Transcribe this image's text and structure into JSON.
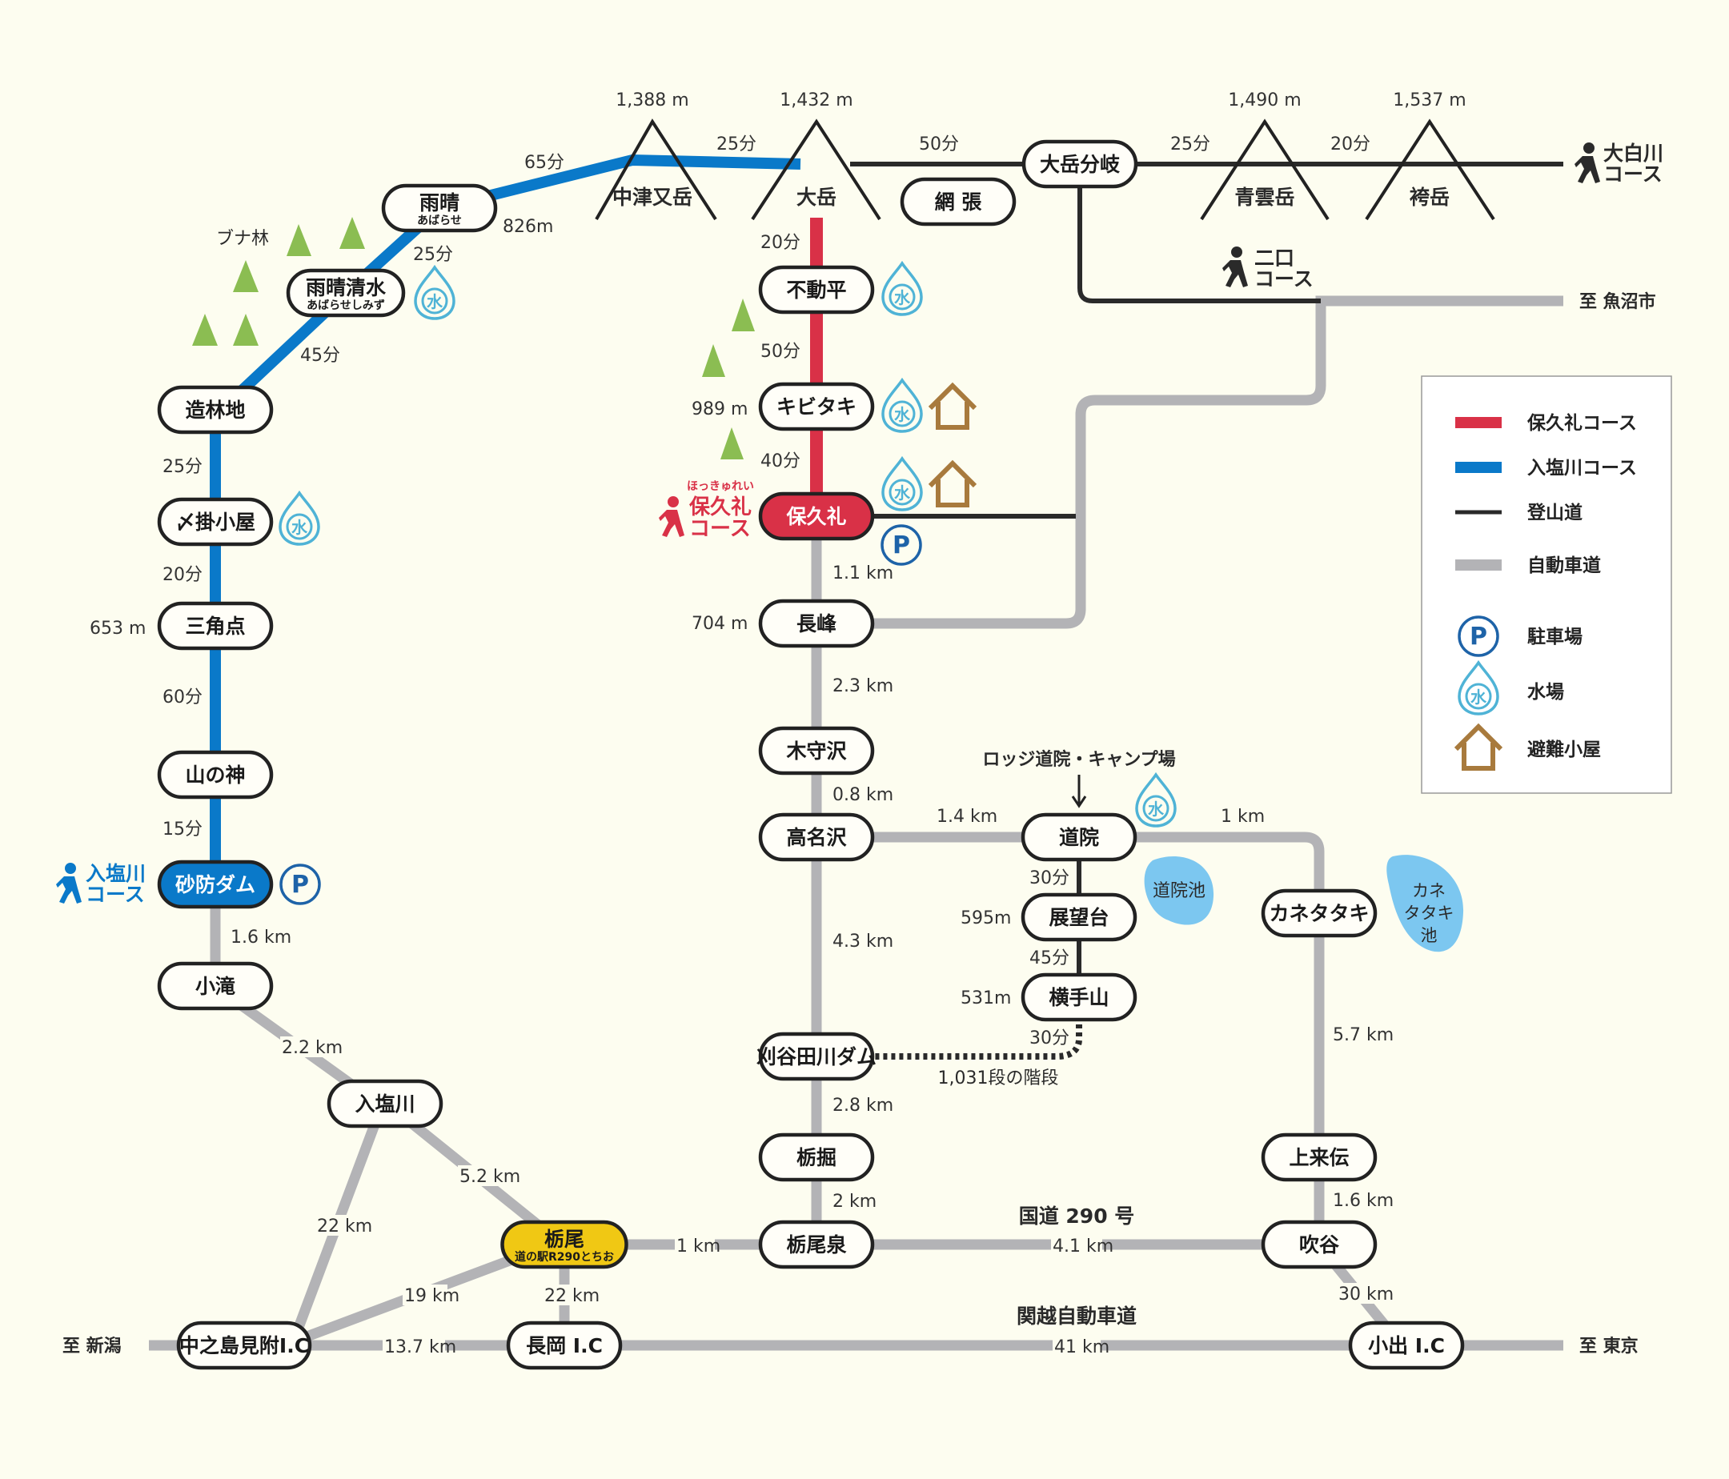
{
  "colors": {
    "background": "#fdfdf0",
    "hokkyurei_course": "#d93147",
    "irishiokawa_course": "#0a79c9",
    "trail": "#2a2a2a",
    "road": "#b3b3b6",
    "water": "#4fb3d6",
    "parking": "#1e63a8",
    "hut": "#a87a3d",
    "tree": "#8bbd52",
    "pond": "#7cc7f0",
    "tochio_station": "#f0c814"
  },
  "peaks": [
    {
      "id": "nakatsumata",
      "name": "中津又岳",
      "elevation": "1,388 m"
    },
    {
      "id": "otake",
      "name": "大岳",
      "elevation": "1,432 m"
    },
    {
      "id": "aokumo",
      "name": "青雲岳",
      "elevation": "1,490 m"
    },
    {
      "id": "hakama",
      "name": "袴岳",
      "elevation": "1,537 m"
    }
  ],
  "nodes": {
    "abarase": {
      "name": "雨晴",
      "reading": "あばらせ"
    },
    "abarase_shimizu": {
      "name": "雨晴清水",
      "reading": "あばらせしみず"
    },
    "zourinchi": {
      "name": "造林地"
    },
    "shimekake": {
      "name": "〆掛小屋"
    },
    "sankakuten": {
      "name": "三角点"
    },
    "yamanokami": {
      "name": "山の神"
    },
    "sabo_dam": {
      "name": "砂防ダム"
    },
    "kotaki": {
      "name": "小滝"
    },
    "irishiokawa": {
      "name": "入塩川"
    },
    "amihari": {
      "name": "網 張"
    },
    "otake_bunki": {
      "name": "大岳分岐"
    },
    "fudodaira": {
      "name": "不動平"
    },
    "kibitaki": {
      "name": "キビタキ"
    },
    "hokkyurei": {
      "name": "保久礼"
    },
    "nagamine": {
      "name": "長峰"
    },
    "kimorizawa": {
      "name": "木守沢"
    },
    "takanazawa": {
      "name": "高名沢"
    },
    "doin": {
      "name": "道院"
    },
    "tenbodai": {
      "name": "展望台"
    },
    "yokoteyama": {
      "name": "横手山"
    },
    "kariyata_dam": {
      "name": "刈谷田川ダム"
    },
    "tochihori": {
      "name": "栃掘"
    },
    "tochio_izumi": {
      "name": "栃尾泉"
    },
    "kanetataki": {
      "name": "カネタタキ"
    },
    "kamikuruden": {
      "name": "上来伝"
    },
    "fukiya": {
      "name": "吹谷"
    },
    "tochio": {
      "name": "栃尾",
      "sub": "道の駅R290とちお"
    },
    "nakanoshima_ic": {
      "name": "中之島見附I.C"
    },
    "nagaoka_ic": {
      "name": "長岡 I.C"
    },
    "koide_ic": {
      "name": "小出 I.C"
    }
  },
  "elevations": {
    "abarase": "826m",
    "sankakuten": "653 m",
    "kibitaki": "989 m",
    "nagamine": "704 m",
    "tenbodai": "595m",
    "yokoteyama": "531m"
  },
  "segments": {
    "abarase_nakatsumata": "65分",
    "nakatsumata_otake": "25分",
    "otake_bunki_west": "50分",
    "bunki_aokumo": "25分",
    "aokumo_hakama": "20分",
    "abarase_shimizu_abarase": "25分",
    "zourinchi_shimizu": "45分",
    "zourinchi_shimekake": "25分",
    "shimekake_sankakuten": "20分",
    "sankakuten_yamanokami": "60分",
    "yamanokami_sabo": "15分",
    "sabo_kotaki": "1.6 km",
    "kotaki_irishiokawa": "2.2 km",
    "irishiokawa_tochio": "5.2 km",
    "irishiokawa_nakanoshima": "22 km",
    "nakanoshima_tochio": "19 km",
    "tochio_nagaoka": "22 km",
    "nakanoshima_nagaoka": "13.7 km",
    "tochio_tochioizumi": "1 km",
    "otake_fudodaira": "20分",
    "fudodaira_kibitaki": "50分",
    "kibitaki_hokkyurei": "40分",
    "hokkyurei_nagamine": "1.1 km",
    "nagamine_kimorizawa": "2.3 km",
    "kimorizawa_takanazawa": "0.8 km",
    "takanazawa_doin": "1.4 km",
    "takanazawa_kariyata": "4.3 km",
    "kariyata_tochihori": "2.8 km",
    "tochihori_tochioizumi": "2 km",
    "doin_kanetataki": "1 km",
    "doin_tenbodai": "30分",
    "tenbodai_yokoteyama": "45分",
    "yokoteyama_stairs": "30分",
    "kanetataki_kamikuruden": "5.7 km",
    "kamikuruden_fukiya": "1.6 km",
    "tochioizumi_fukiya": "4.1 km",
    "fukiya_koide": "30 km",
    "nagaoka_koide": "41 km"
  },
  "labels": {
    "beech_forest": "ブナ林",
    "lodge": "ロッジ道院・キャンプ場",
    "stairs": "1,031段の階段",
    "route290": "国道 290 号",
    "kanetsu": "関越自動車道",
    "to_uonuma": "至 魚沼市",
    "to_niigata": "至 新潟",
    "to_tokyo": "至 東京",
    "doin_pond": "道院池",
    "kanetataki_pond": [
      "カネ",
      "タタキ",
      "池"
    ],
    "hokkyurei_reading": "ほっきゅれい",
    "hokkyurei_course": [
      "保久礼",
      "コース"
    ],
    "irishiokawa_course": [
      "入塩川",
      "コース"
    ],
    "oshirakawa_course": [
      "大白川",
      "コース"
    ],
    "futakuchi_course": [
      "二口",
      "コース"
    ],
    "water_glyph": "水",
    "parking_glyph": "P"
  },
  "legend": {
    "items": [
      {
        "type": "line",
        "color_key": "hokkyurei_course",
        "label": "保久礼コース"
      },
      {
        "type": "line",
        "color_key": "irishiokawa_course",
        "label": "入塩川コース"
      },
      {
        "type": "line",
        "color_key": "trail",
        "label": "登山道"
      },
      {
        "type": "line",
        "color_key": "road",
        "label": "自動車道"
      },
      {
        "type": "parking",
        "label": "駐車場"
      },
      {
        "type": "water",
        "label": "水場"
      },
      {
        "type": "hut",
        "label": "避難小屋"
      }
    ]
  }
}
